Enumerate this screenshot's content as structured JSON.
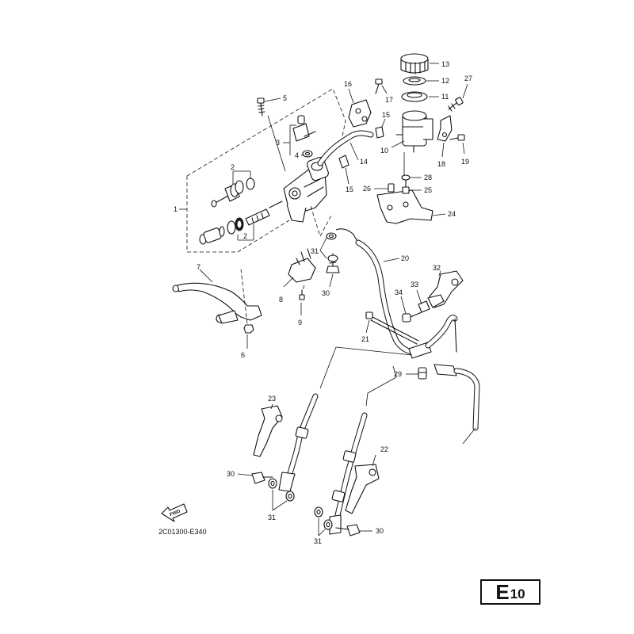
{
  "diagram": {
    "code": "2C01300-E340",
    "section": {
      "letter": "E",
      "number": "10"
    },
    "fwd_label": "FWD",
    "callouts": [
      {
        "id": "c1",
        "text": "1"
      },
      {
        "id": "c2a",
        "text": "2"
      },
      {
        "id": "c2b",
        "text": "2"
      },
      {
        "id": "c3",
        "text": "3"
      },
      {
        "id": "c4",
        "text": "4"
      },
      {
        "id": "c5",
        "text": "5"
      },
      {
        "id": "c6",
        "text": "6"
      },
      {
        "id": "c7",
        "text": "7"
      },
      {
        "id": "c8",
        "text": "8"
      },
      {
        "id": "c9",
        "text": "9"
      },
      {
        "id": "c10",
        "text": "10"
      },
      {
        "id": "c11",
        "text": "11"
      },
      {
        "id": "c12",
        "text": "12"
      },
      {
        "id": "c13",
        "text": "13"
      },
      {
        "id": "c14",
        "text": "14"
      },
      {
        "id": "c15a",
        "text": "15"
      },
      {
        "id": "c15b",
        "text": "15"
      },
      {
        "id": "c16",
        "text": "16"
      },
      {
        "id": "c17",
        "text": "17"
      },
      {
        "id": "c18",
        "text": "18"
      },
      {
        "id": "c19",
        "text": "19"
      },
      {
        "id": "c20",
        "text": "20"
      },
      {
        "id": "c21",
        "text": "21"
      },
      {
        "id": "c22",
        "text": "22"
      },
      {
        "id": "c23",
        "text": "23"
      },
      {
        "id": "c24",
        "text": "24"
      },
      {
        "id": "c25",
        "text": "25"
      },
      {
        "id": "c26",
        "text": "26"
      },
      {
        "id": "c27",
        "text": "27"
      },
      {
        "id": "c28",
        "text": "28"
      },
      {
        "id": "c29",
        "text": "29"
      },
      {
        "id": "c30a",
        "text": "30"
      },
      {
        "id": "c30b",
        "text": "30"
      },
      {
        "id": "c30c",
        "text": "30"
      },
      {
        "id": "c31a",
        "text": "31"
      },
      {
        "id": "c31b",
        "text": "31"
      },
      {
        "id": "c31c",
        "text": "31"
      },
      {
        "id": "c32",
        "text": "32"
      },
      {
        "id": "c33",
        "text": "33"
      },
      {
        "id": "c34",
        "text": "34"
      }
    ]
  }
}
